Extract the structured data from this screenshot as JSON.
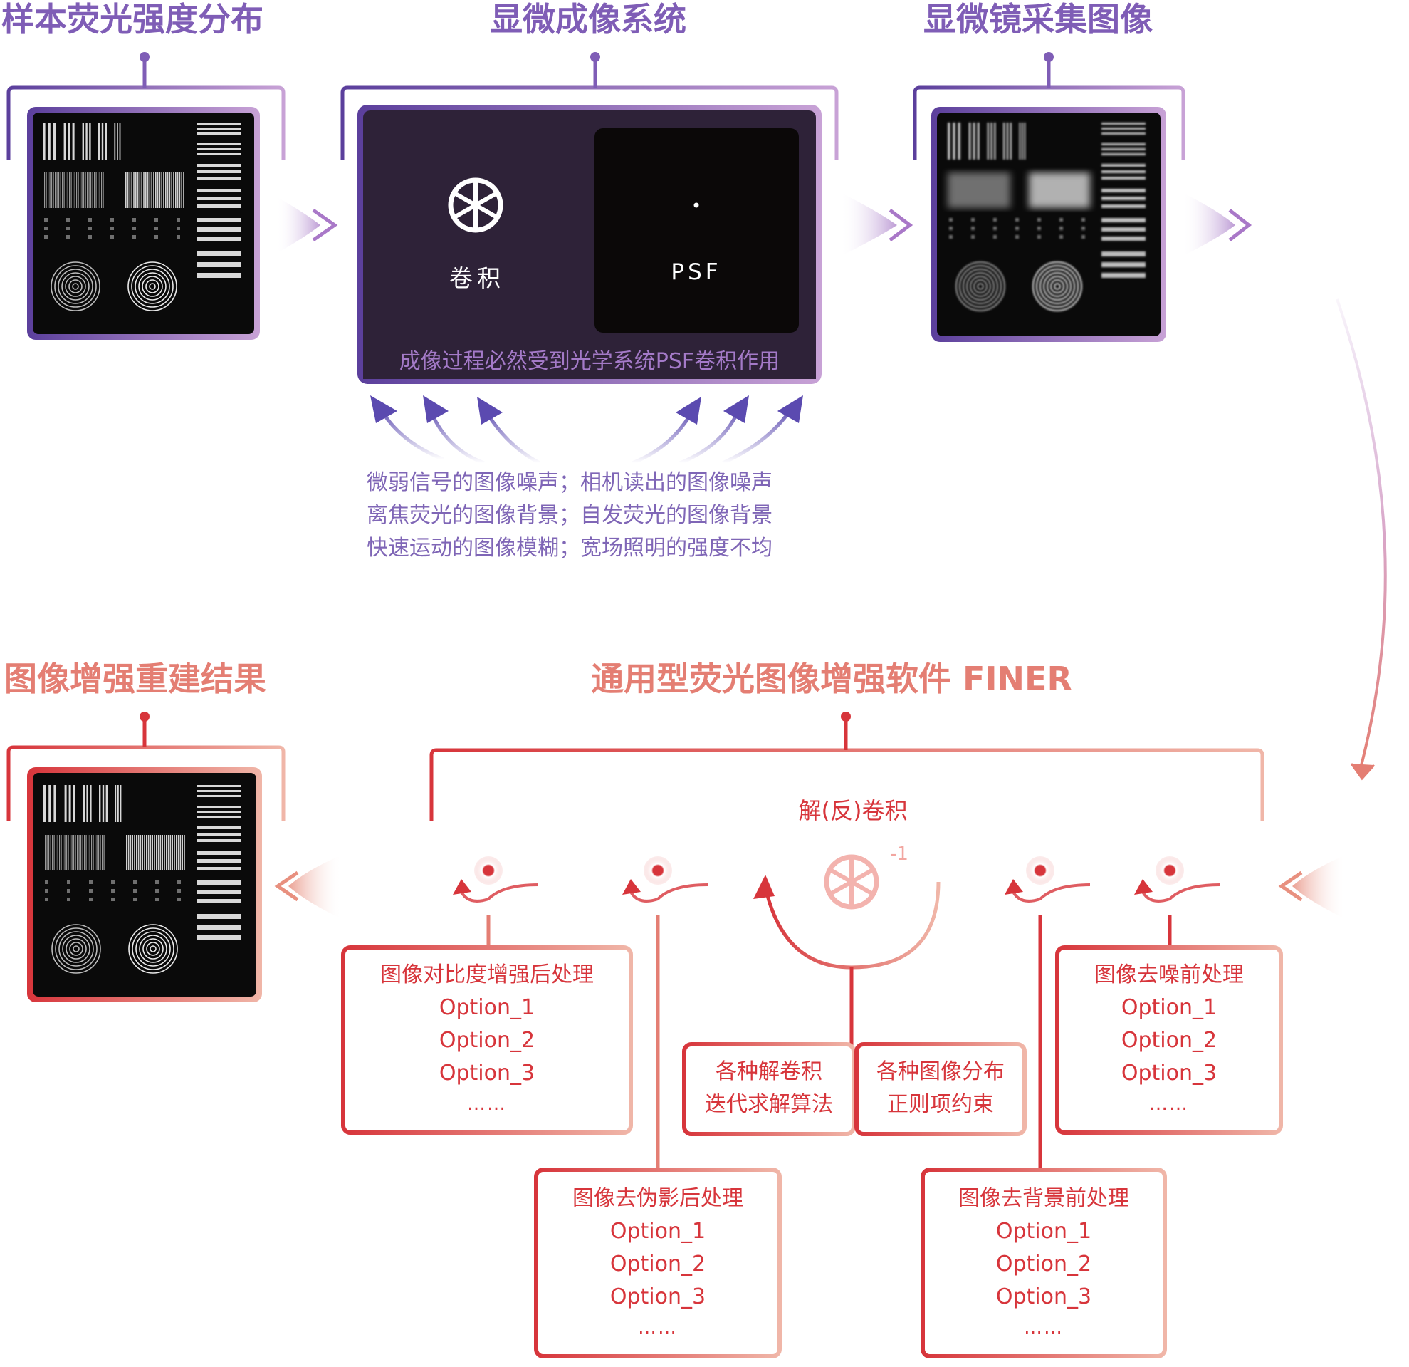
{
  "top": {
    "sample_title": "样本荧光强度分布",
    "system_title": "显微成像系统",
    "captured_title": "显微镜采集图像",
    "convolution_label": "卷积",
    "psf_label": "PSF",
    "system_caption": "成像过程必然受到光学系统PSF卷积作用",
    "degradations": [
      "微弱信号的图像噪声；相机读出的图像噪声",
      "离焦荧光的图像背景；自发荧光的图像背景",
      "快速运动的图像模糊；宽场照明的强度不均"
    ]
  },
  "bottom": {
    "result_title": "图像增强重建结果",
    "software_title": "通用型荧光图像增强软件 FINER",
    "deconv_label": "解(反)卷积",
    "inverse_sup": "-1",
    "algo_box": [
      "各种解卷积",
      "迭代求解算法"
    ],
    "reg_box": [
      "各种图像分布",
      "正则项约束"
    ],
    "modules": [
      {
        "title": "图像对比度增强后处理",
        "options": [
          "Option_1",
          "Option_2",
          "Option_3"
        ],
        "ellipsis": "……"
      },
      {
        "title": "图像去伪影后处理",
        "options": [
          "Option_1",
          "Option_2",
          "Option_3"
        ],
        "ellipsis": "……"
      },
      {
        "title": "图像去背景前处理",
        "options": [
          "Option_1",
          "Option_2",
          "Option_3"
        ],
        "ellipsis": "……"
      },
      {
        "title": "图像去噪前处理",
        "options": [
          "Option_1",
          "Option_2",
          "Option_3"
        ],
        "ellipsis": "……"
      }
    ]
  },
  "colors": {
    "purple_dark": "#5b3f9c",
    "purple_light": "#c8a2d6",
    "panel_dark": "#2e2238",
    "red_dark": "#d7353b",
    "red_light": "#f0b6a8",
    "salmon": "#e47e73"
  }
}
